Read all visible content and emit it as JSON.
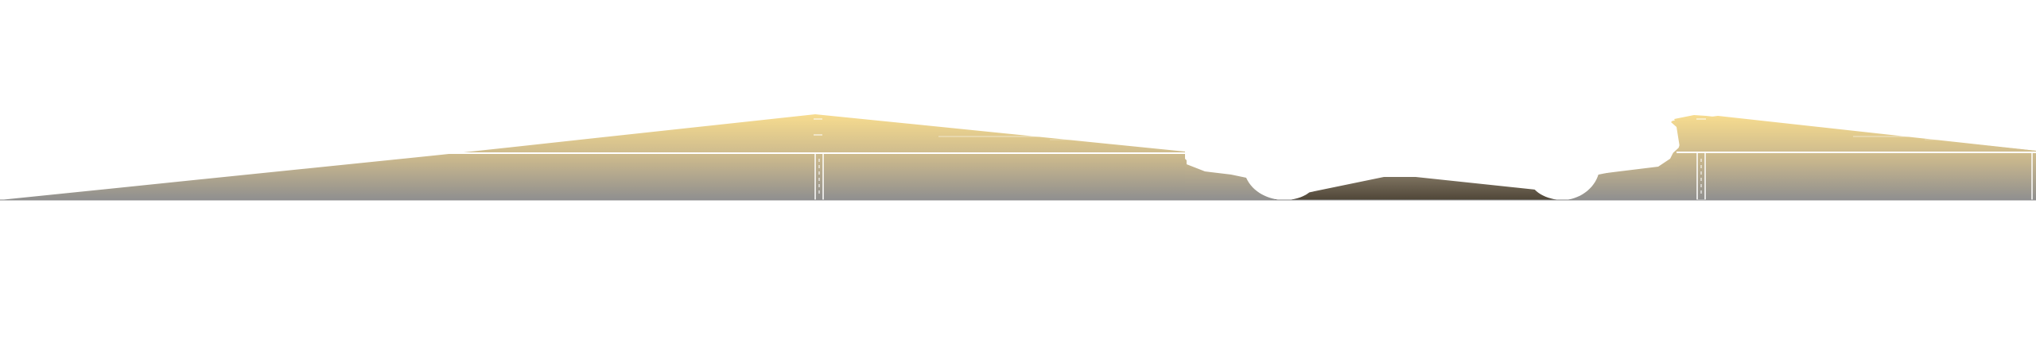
{
  "palette": {
    "background": "#ffffff",
    "gradient_top": "#f7dc8f",
    "gradient_mid": "#c6b58d",
    "gradient_bottom": "#8f8f8f",
    "dark_fill": "#4f4638",
    "line": "#ffffff"
  },
  "shapes": {
    "left_roof": "left-roof-shape",
    "right_roof": "right-roof-shape",
    "vehicle_silhouette": "car-silhouette",
    "left_pillar": "left-pillar",
    "right_pillar": "right-pillar"
  }
}
